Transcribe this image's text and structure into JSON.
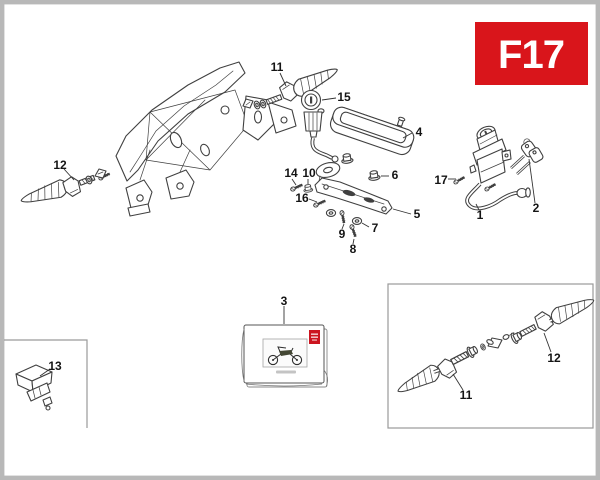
{
  "figure": {
    "code": "F17"
  },
  "colors": {
    "badge_bg": "#d9151b",
    "badge_text": "#ffffff",
    "line": "#404040",
    "label": "#141414",
    "leader": "#333333",
    "box_border": "#9a9a9a",
    "frame": "#b8b8b8",
    "book_badge": "#cc1520",
    "moto": "#434733"
  },
  "callouts": {
    "c1": "1",
    "c2": "2",
    "c3": "3",
    "c4": "4",
    "c5": "5",
    "c6": "6",
    "c7": "7",
    "c8": "8",
    "c9": "9",
    "c10": "10",
    "c11": "11",
    "c12": "12",
    "c13": "13",
    "c14": "14",
    "c15": "15",
    "c16": "16",
    "c17": "17",
    "c11_inset": "11",
    "c12_inset": "12"
  }
}
